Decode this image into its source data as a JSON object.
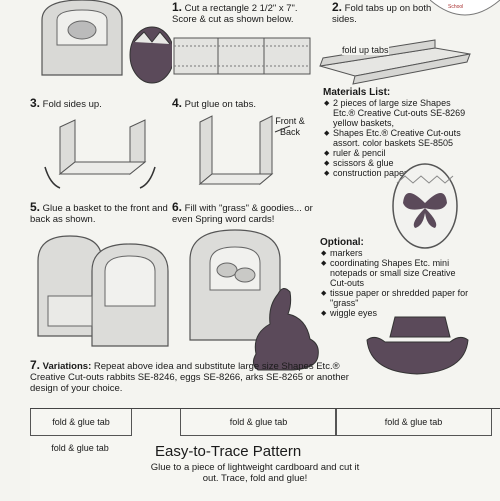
{
  "steps": {
    "s1": {
      "num": "1.",
      "text": "Cut a rectangle 2 1/2\" x 7\". Score & cut as shown below."
    },
    "s2": {
      "num": "2.",
      "text": "Fold tabs up on both sides."
    },
    "s2_tab_label": "fold up tabs",
    "s3": {
      "num": "3.",
      "text": "Fold sides up."
    },
    "s4": {
      "num": "4.",
      "text": "Put glue on tabs."
    },
    "s4_label": "Front & Back",
    "s5": {
      "num": "5.",
      "text": "Glue a basket to the front and back as shown."
    },
    "s6": {
      "num": "6.",
      "text": "Fill with \"grass\" & goodies... or even Spring word cards!"
    },
    "s7": {
      "num": "7.",
      "label": "Variations:",
      "text": "Repeat above idea and substitute large size Shapes Etc.® Creative Cut-outs rabbits SE-8246, eggs SE-8266, arks SE-8265 or another design of your choice."
    }
  },
  "materials": {
    "title": "Materials List:",
    "items": [
      "2 pieces of large size Shapes Etc.® Creative Cut-outs SE-8269 yellow baskets,",
      "Shapes Etc.® Creative Cut-outs assort. color baskets SE-8505",
      "ruler & pencil",
      "scissors & glue",
      "construction paper"
    ]
  },
  "optional": {
    "title": "Optional:",
    "items": [
      "markers",
      "coordinating Shapes Etc. mini notepads or small size Creative Cut-outs",
      "tissue paper or shredded paper for \"grass\"",
      "wiggle eyes"
    ]
  },
  "badge": {
    "text": "School"
  },
  "pattern": {
    "tabs": [
      "fold & glue tab",
      "fold & glue tab",
      "fold & glue tab",
      "fold & glue tab"
    ],
    "title": "Easy-to-Trace Pattern",
    "subtitle": "Glue to a piece of lightweight cardboard and cut it out. Trace, fold and glue!"
  },
  "colors": {
    "purple": "#5b4a5a",
    "line": "#444444"
  }
}
